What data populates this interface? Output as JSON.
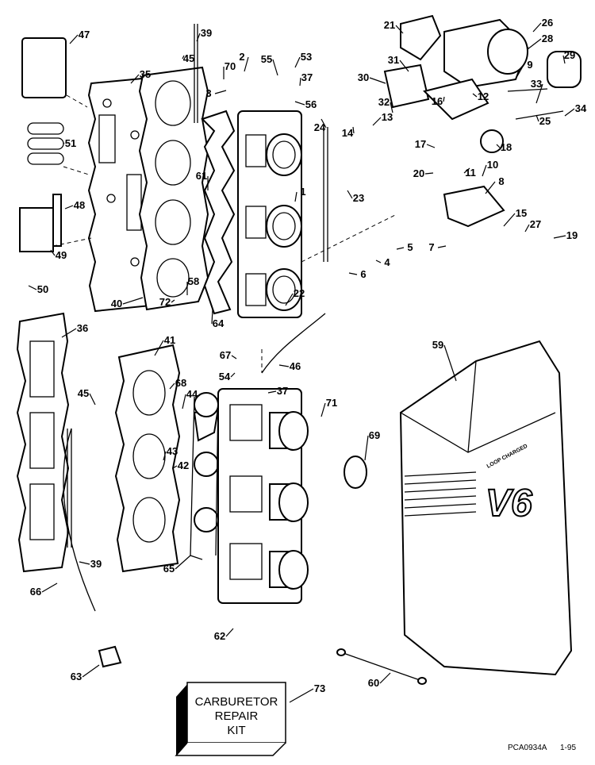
{
  "diagram": {
    "part_numbers": [
      "47",
      "35",
      "39",
      "45",
      "70",
      "2",
      "55",
      "53",
      "37",
      "56",
      "3",
      "21",
      "26",
      "28",
      "29",
      "31",
      "30",
      "9",
      "33",
      "32",
      "16",
      "12",
      "34",
      "13",
      "14",
      "24",
      "25",
      "18",
      "17",
      "10",
      "20",
      "11",
      "8",
      "51",
      "61",
      "1",
      "23",
      "48",
      "15",
      "27",
      "19",
      "5",
      "7",
      "4",
      "49",
      "6",
      "50",
      "58",
      "40",
      "72",
      "22",
      "64",
      "36",
      "41",
      "59",
      "67",
      "46",
      "54",
      "68",
      "44",
      "37",
      "45",
      "71",
      "69",
      "43",
      "42",
      "39",
      "65",
      "66",
      "62",
      "63",
      "60",
      "73"
    ],
    "kit_box": {
      "line1": "CARBURETOR",
      "line2": "REPAIR",
      "line3": "KIT"
    },
    "cover_logo": {
      "model": "V6",
      "lettering": "LOOP CHARGED"
    },
    "footer": {
      "code": "PCA0934A",
      "date": "1-95"
    }
  }
}
